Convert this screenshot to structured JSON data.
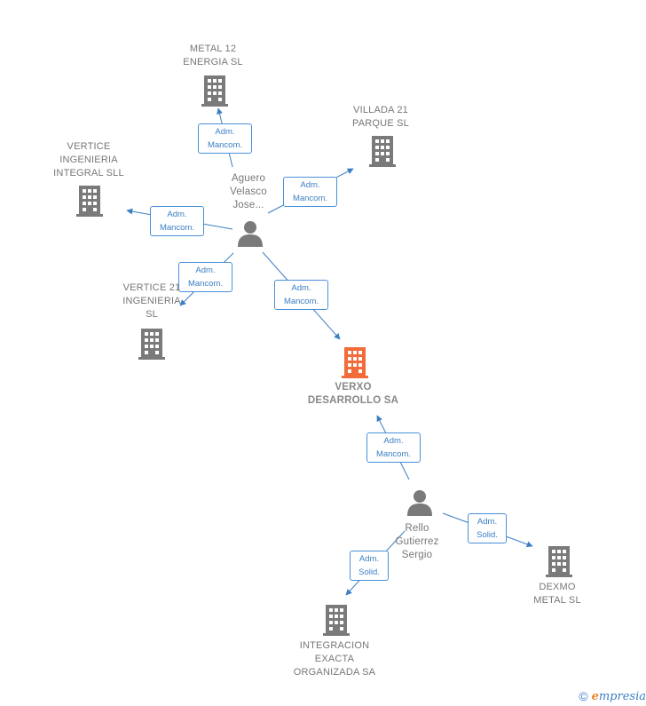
{
  "nodes": {
    "metal12": {
      "label": "METAL 12\nENERGIA  SL"
    },
    "villada": {
      "label": "VILLADA 21\nPARQUE  SL"
    },
    "vertice_integral": {
      "label": "VERTICE\nINGENIERIA\nINTEGRAL  SLL"
    },
    "vertice21": {
      "label": "VERTICE 21\nINGENIERIA\nSL"
    },
    "aguero": {
      "label": "Aguero\nVelasco\nJose..."
    },
    "verxo": {
      "label": "VERXO\nDESARROLLO SA"
    },
    "rello": {
      "label": "Rello\nGutierrez\nSergio"
    },
    "dexmo": {
      "label": "DEXMO\nMETAL  SL"
    },
    "integracion": {
      "label": "INTEGRACION\nEXACTA\nORGANIZADA SA"
    }
  },
  "edges": {
    "e_metal12": {
      "label": "Adm.\nMancom."
    },
    "e_villada": {
      "label": "Adm.\nMancom."
    },
    "e_vertice_integral": {
      "label": "Adm.\nMancom."
    },
    "e_vertice21": {
      "label": "Adm.\nMancom."
    },
    "e_verxo_aguero": {
      "label": "Adm.\nMancom."
    },
    "e_verxo_rello": {
      "label": "Adm.\nMancom."
    },
    "e_dexmo": {
      "label": "Adm.\nSolid."
    },
    "e_integracion": {
      "label": "Adm.\nSolid."
    }
  },
  "colors": {
    "company": "#7a7a7a",
    "main_company": "#f26b3a",
    "person": "#7a7a7a",
    "edge": "#4a90d9"
  },
  "footer": {
    "copyright": "©",
    "brand_e": "e",
    "brand_rest": "mpresia"
  }
}
